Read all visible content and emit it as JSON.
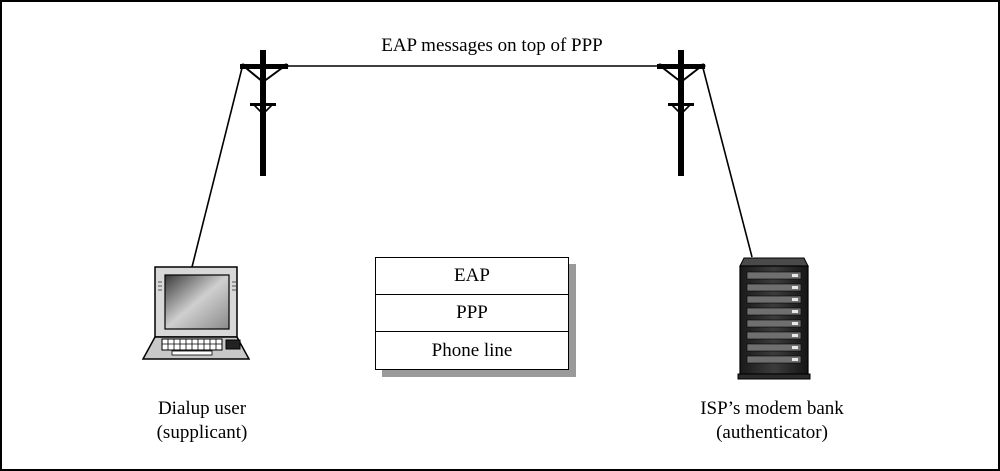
{
  "diagram": {
    "link_label": "EAP messages on top of PPP",
    "supplicant": {
      "line1": "Dialup user",
      "line2": "(supplicant)",
      "icon": "laptop-icon"
    },
    "authenticator": {
      "line1": "ISP’s modem bank",
      "line2": "(authenticator)",
      "icon": "server-rack-icon"
    },
    "protocol_stack": [
      {
        "label": "EAP"
      },
      {
        "label": "PPP"
      },
      {
        "label": "Phone line"
      }
    ],
    "poles": [
      "utility-pole-icon",
      "utility-pole-icon"
    ]
  }
}
